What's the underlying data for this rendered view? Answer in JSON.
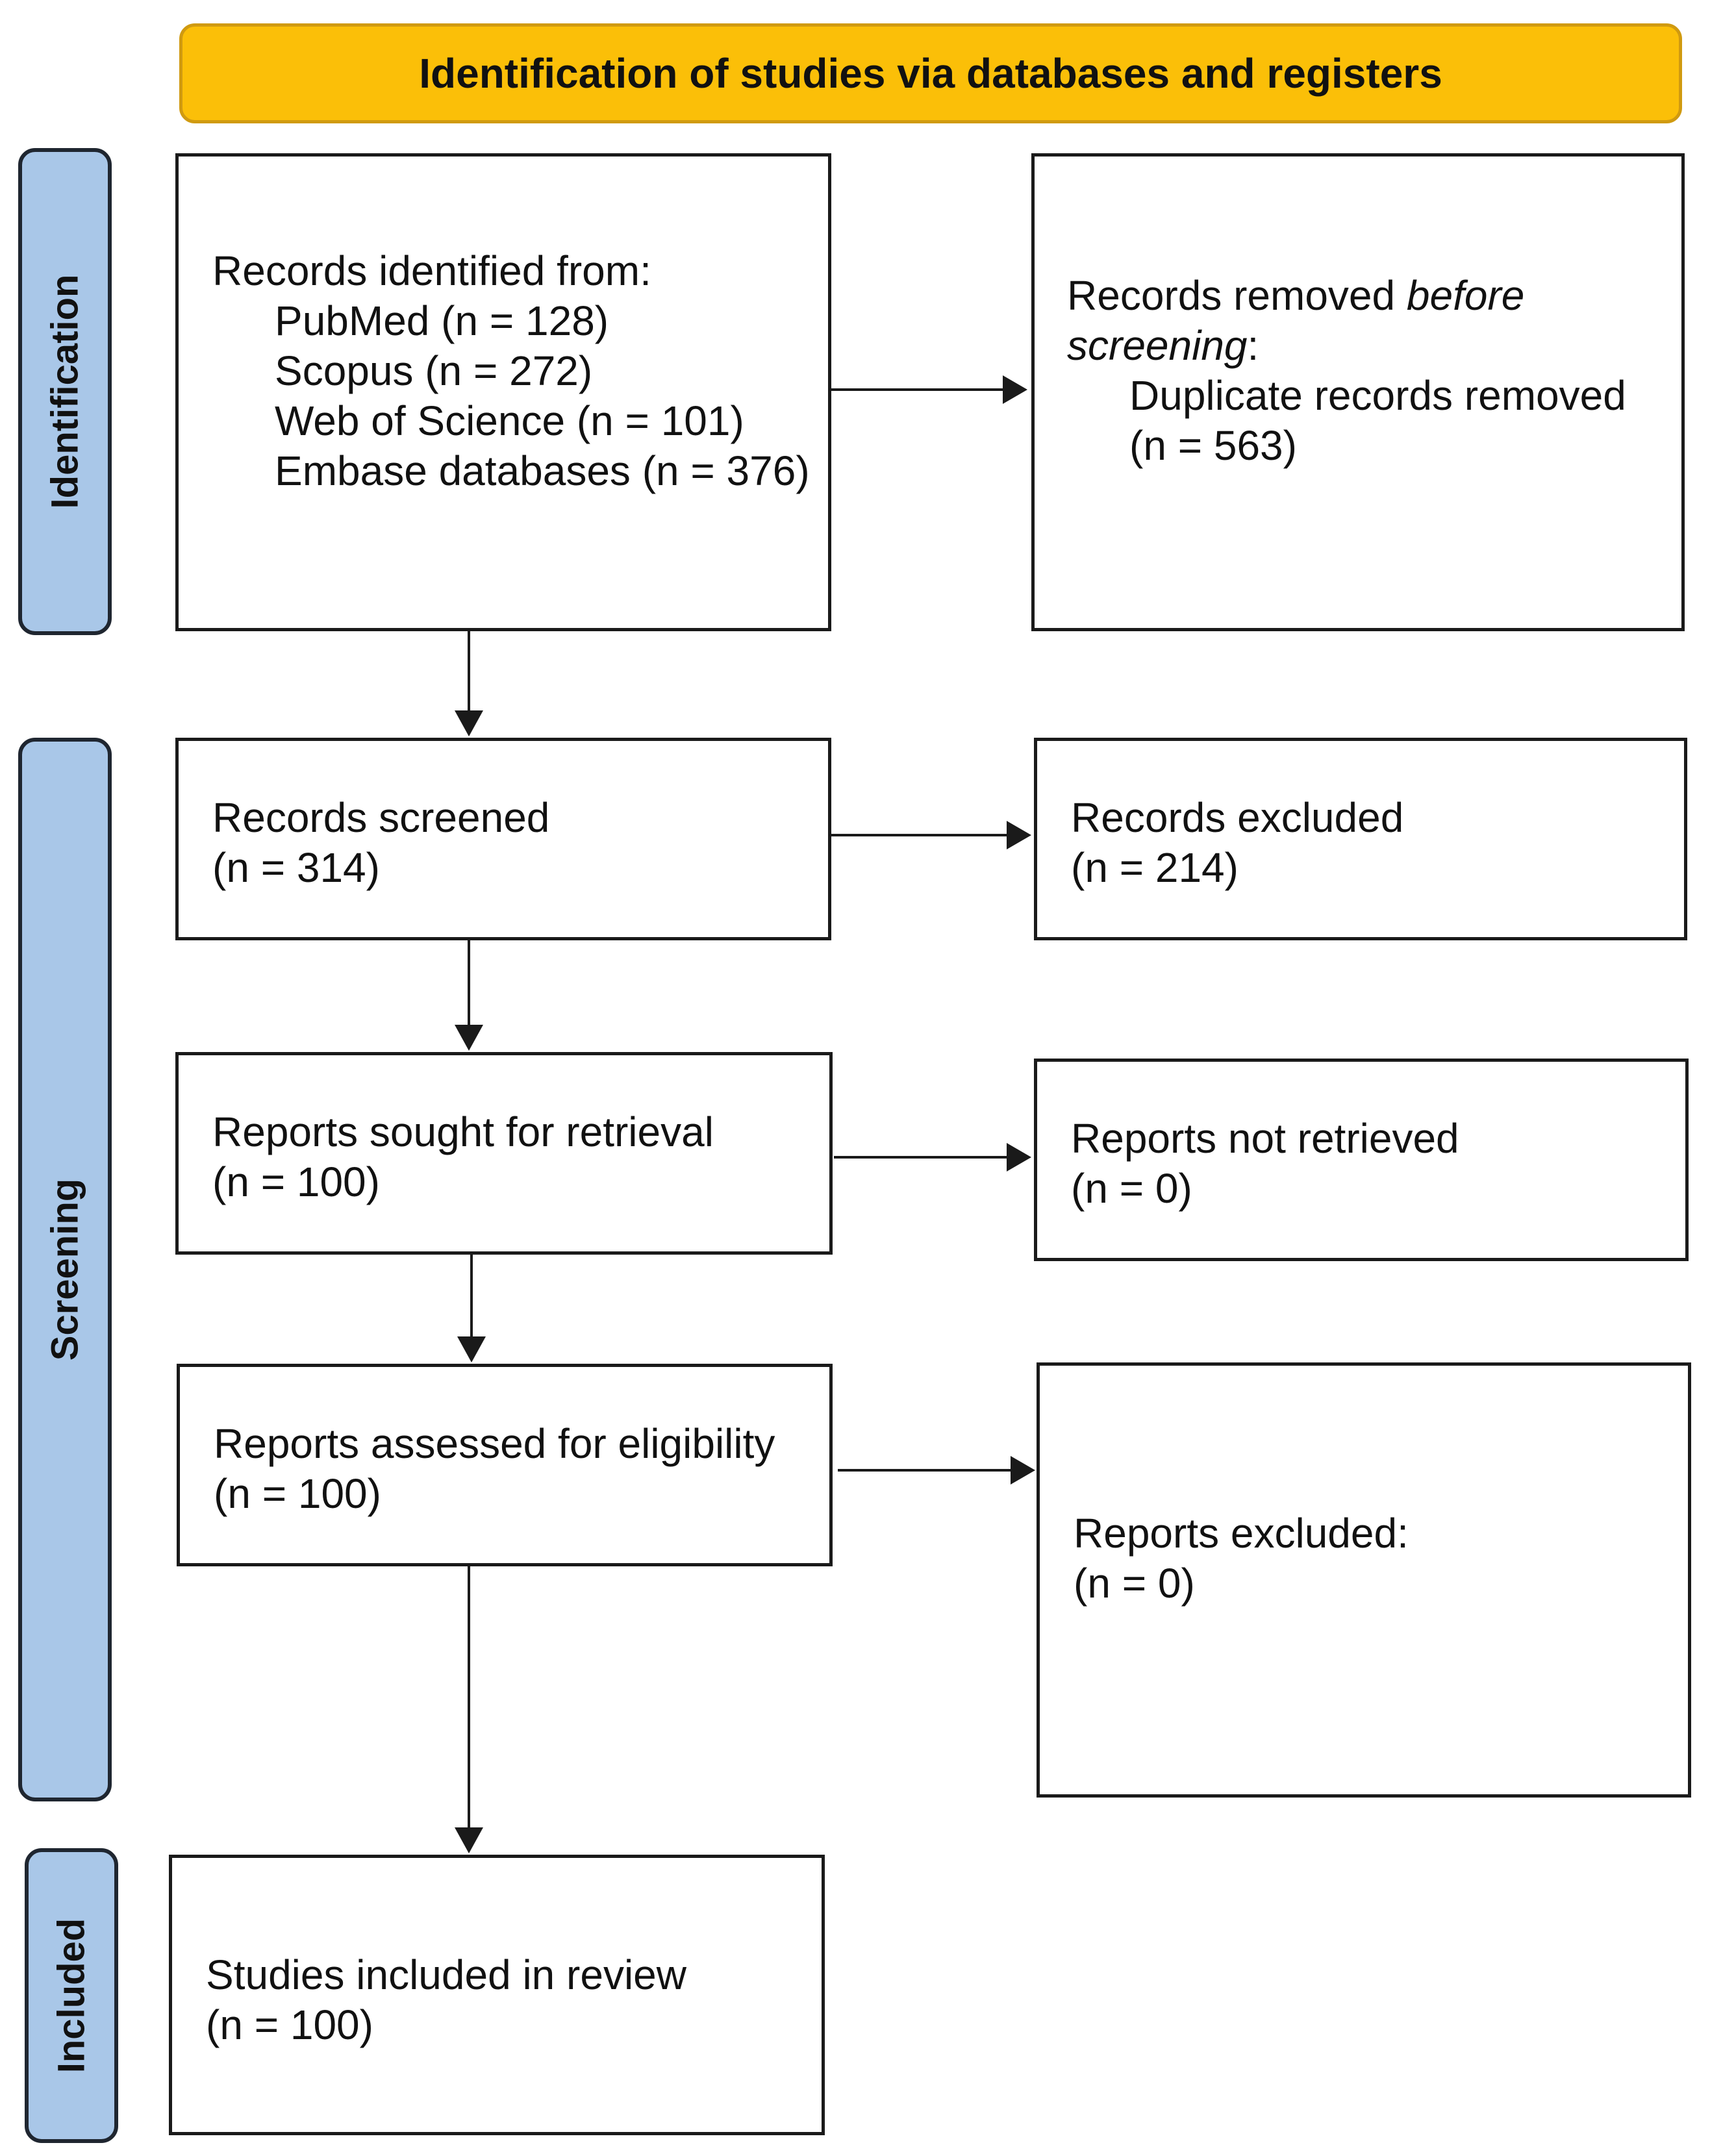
{
  "header": {
    "title": "Identification of studies via databases and registers"
  },
  "phases": {
    "identification": "Identification",
    "screening": "Screening",
    "included": "Included"
  },
  "identified": {
    "title": "Records identified from:",
    "sources": [
      "PubMed (n = 128)",
      "Scopus (n = 272)",
      "Web of Science (n = 101)",
      "Embase databases (n = 376)"
    ]
  },
  "removed": {
    "line1_plain": "Records removed ",
    "line1_italic": "before",
    "line2_italic": "screening",
    "line2_plain": ":",
    "detail": "Duplicate records removed",
    "count": "(n = 563)"
  },
  "screened": {
    "label": "Records screened",
    "count": "(n = 314)"
  },
  "excluded_records": {
    "label": "Records excluded",
    "count": "(n = 214)"
  },
  "sought": {
    "label": "Reports sought for retrieval",
    "count": "(n = 100)"
  },
  "not_retrieved": {
    "label": "Reports not retrieved",
    "count": "(n = 0)"
  },
  "assessed": {
    "label": "Reports assessed for eligibility",
    "count": "(n = 100)"
  },
  "excluded_reports": {
    "label": "Reports excluded:",
    "count": "(n = 0)"
  },
  "included": {
    "label": "Studies included in review",
    "count": "(n = 100)"
  },
  "colors": {
    "header_fill": "#fbbf08",
    "phase_fill": "#a9c7e8",
    "line": "#1a1a1a"
  }
}
